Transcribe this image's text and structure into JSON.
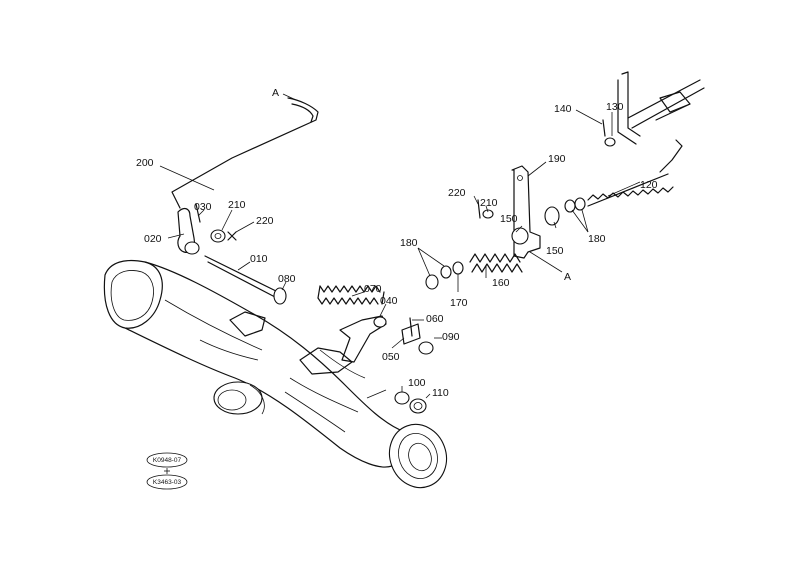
{
  "labels": {
    "p010": "010",
    "p020": "020",
    "p030": "030",
    "p040": "040",
    "p050": "050",
    "p060": "060",
    "p070": "070",
    "p080": "080",
    "p090": "090",
    "p100": "100",
    "p110": "110",
    "p120": "120",
    "p130": "130",
    "p140": "140",
    "p150a": "150",
    "p150b": "150",
    "p160": "160",
    "p170": "170",
    "p180a": "180",
    "p180b": "180",
    "p190": "190",
    "p200": "200",
    "p210a": "210",
    "p210b": "210",
    "p220a": "220",
    "p220b": "220",
    "refA1": "A",
    "refA2": "A"
  },
  "stamps": {
    "top": "K0948-07",
    "bottom": "K3463-03"
  }
}
